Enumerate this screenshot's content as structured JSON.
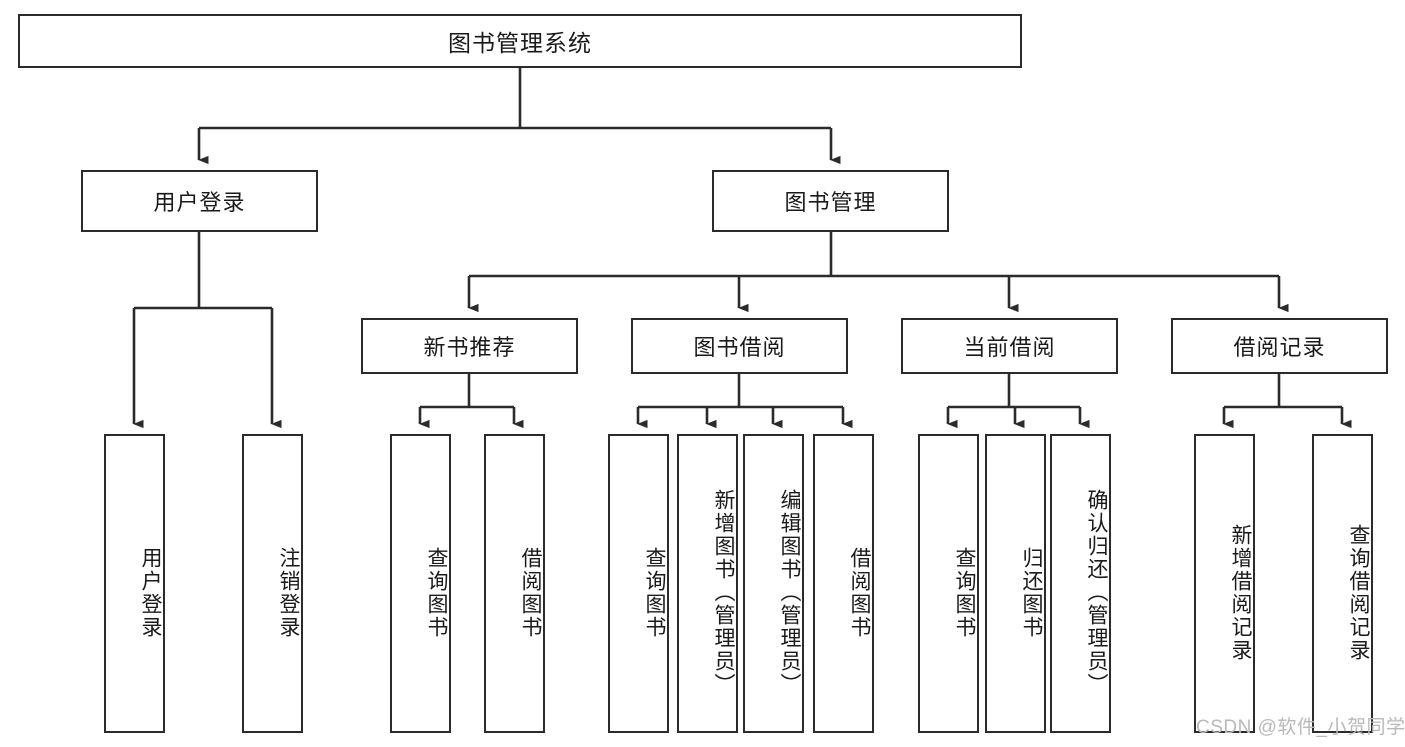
{
  "diagram": {
    "type": "tree",
    "title": "图书管理系统",
    "orientation": "top-down",
    "levels": 4,
    "colors": {
      "box_border": "#2b2b2b",
      "box_fill": "#ffffff",
      "connector": "#2b2b2b",
      "text": "#1a1a1a",
      "watermark": "#b9b9b9"
    },
    "root": {
      "label": "图书管理系统"
    },
    "level2": [
      {
        "id": "user-login",
        "label": "用户登录"
      },
      {
        "id": "book-manage",
        "label": "图书管理"
      }
    ],
    "level3": [
      {
        "id": "new-book-recommend",
        "label": "新书推荐"
      },
      {
        "id": "book-borrow",
        "label": "图书借阅"
      },
      {
        "id": "current-borrow",
        "label": "当前借阅"
      },
      {
        "id": "borrow-record",
        "label": "借阅记录"
      }
    ],
    "leaves": [
      {
        "id": "leaf-user-login",
        "parent": "user-login",
        "label": "用户登录"
      },
      {
        "id": "leaf-logout-login",
        "parent": "user-login",
        "label": "注销登录"
      },
      {
        "id": "leaf-query-book-1",
        "parent": "new-book-recommend",
        "label": "查询图书"
      },
      {
        "id": "leaf-borrow-book-1",
        "parent": "new-book-recommend",
        "label": "借阅图书"
      },
      {
        "id": "leaf-query-book-2",
        "parent": "book-borrow",
        "label": "查询图书"
      },
      {
        "id": "leaf-add-book",
        "parent": "book-borrow",
        "label": "新增图书（管理员）"
      },
      {
        "id": "leaf-edit-book",
        "parent": "book-borrow",
        "label": "编辑图书（管理员）"
      },
      {
        "id": "leaf-borrow-book-2",
        "parent": "book-borrow",
        "label": "借阅图书"
      },
      {
        "id": "leaf-query-book-3",
        "parent": "current-borrow",
        "label": "查询图书"
      },
      {
        "id": "leaf-return-book",
        "parent": "current-borrow",
        "label": "归还图书"
      },
      {
        "id": "leaf-confirm-return",
        "parent": "current-borrow",
        "label": "确认归还（管理员）"
      },
      {
        "id": "leaf-add-record",
        "parent": "borrow-record",
        "label": "新增借阅记录"
      },
      {
        "id": "leaf-query-record",
        "parent": "borrow-record",
        "label": "查询借阅记录"
      }
    ]
  },
  "watermark": {
    "text": "CSDN @软件_小贺同学"
  }
}
